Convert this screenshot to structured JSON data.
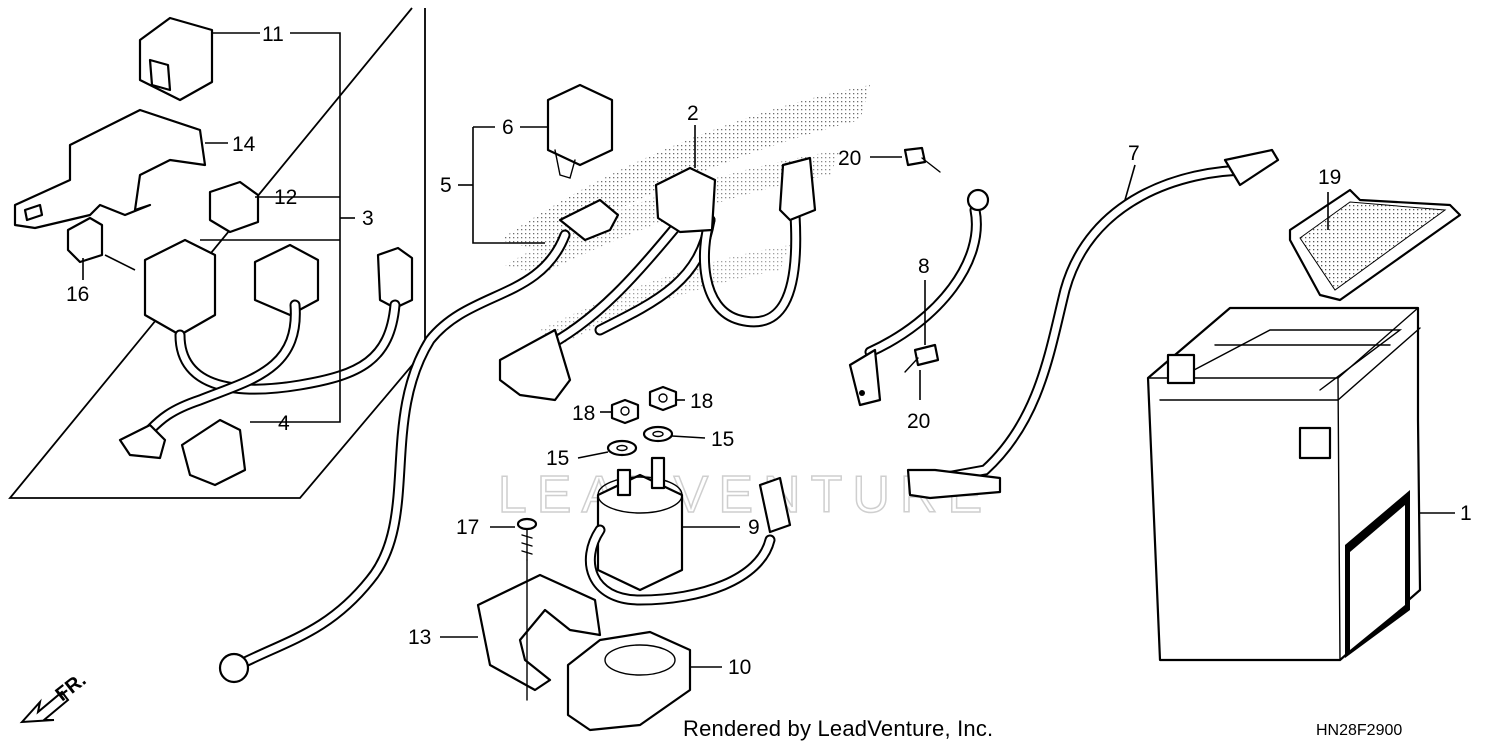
{
  "diagram": {
    "callouts": [
      "1",
      "2",
      "3",
      "4",
      "5",
      "6",
      "7",
      "8",
      "9",
      "10",
      "11",
      "12",
      "13",
      "14",
      "15",
      "16",
      "17",
      "18",
      "19",
      "20"
    ],
    "front_indicator": "FR.",
    "watermark": "LEADVENTURE"
  },
  "footer": {
    "rendered_by": "Rendered by LeadVenture, Inc.",
    "diagram_code": "HN28F2900"
  }
}
